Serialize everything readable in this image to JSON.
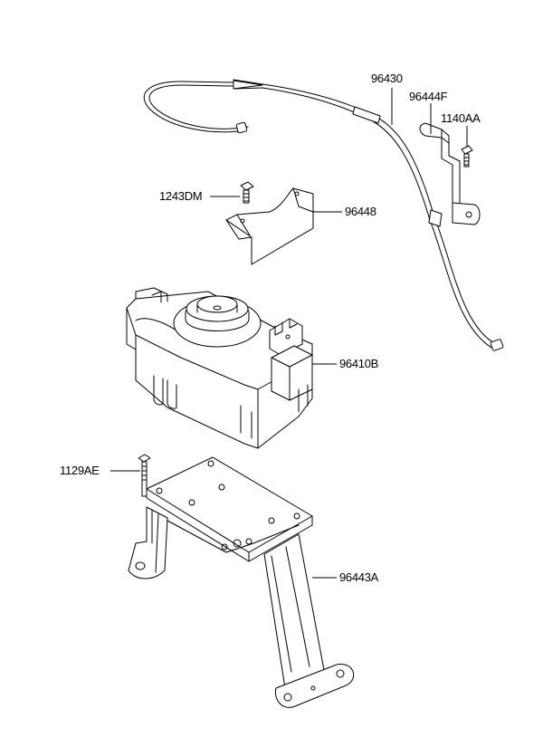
{
  "labels": {
    "p96430": "96430",
    "p96444F": "96444F",
    "p1140AA": "1140AA",
    "p1243DM": "1243DM",
    "p96448": "96448",
    "p96410B": "96410B",
    "p1129AE": "1129AE",
    "p96443A": "96443A"
  },
  "colors": {
    "line": "#000000",
    "background": "#ffffff"
  }
}
